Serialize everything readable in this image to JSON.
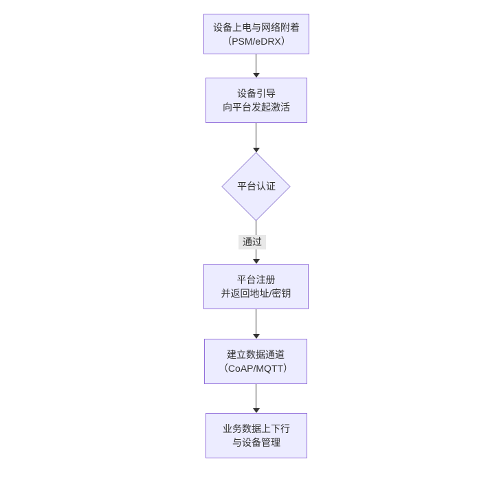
{
  "diagram": {
    "type": "flowchart-top-down",
    "colors": {
      "background": "#ffffff",
      "node_fill": "#ECECFF",
      "node_border": "#9370DB",
      "diamond_border": "#A493D9",
      "text": "#333333",
      "arrow": "#333333",
      "edge_label_bg": "#e8e8e8"
    },
    "nodes": [
      {
        "id": "A",
        "type": "rect",
        "lines": [
          "设备上电与网络附着",
          "（PSM/eDRX）"
        ]
      },
      {
        "id": "B",
        "type": "rect",
        "lines": [
          "设备引导",
          "向平台发起激活"
        ]
      },
      {
        "id": "C",
        "type": "diamond",
        "lines": [
          "平台认证"
        ]
      },
      {
        "id": "D",
        "type": "rect",
        "lines": [
          "平台注册",
          "并返回地址/密钥"
        ]
      },
      {
        "id": "E",
        "type": "rect",
        "lines": [
          "建立数据通道",
          "（CoAP/MQTT）"
        ]
      },
      {
        "id": "F",
        "type": "rect",
        "lines": [
          "业务数据上下行",
          "与设备管理"
        ]
      }
    ],
    "edges": [
      {
        "from": "A",
        "to": "B",
        "label": ""
      },
      {
        "from": "B",
        "to": "C",
        "label": ""
      },
      {
        "from": "C",
        "to": "D",
        "label": "通过"
      },
      {
        "from": "D",
        "to": "E",
        "label": ""
      },
      {
        "from": "E",
        "to": "F",
        "label": ""
      }
    ]
  }
}
